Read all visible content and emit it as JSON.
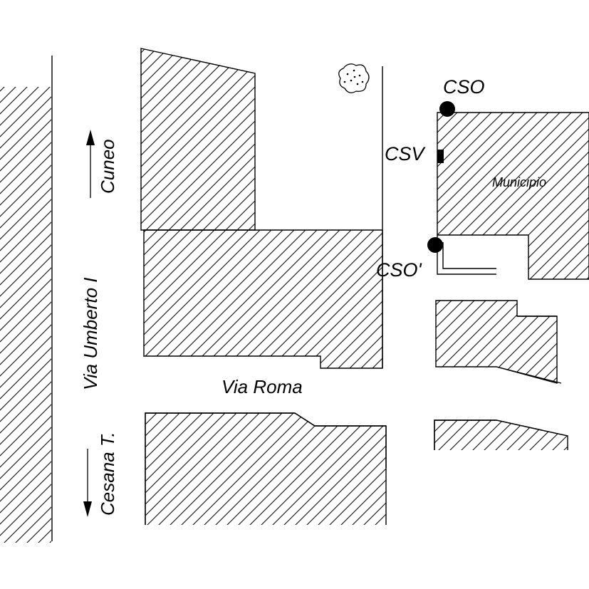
{
  "map": {
    "streets": {
      "via_umberto": "Via Umberto I",
      "via_roma": "Via Roma"
    },
    "directions": {
      "north": "Cuneo",
      "south": "Cesana T."
    },
    "buildings": {
      "municipio": "Municipio"
    },
    "stations": {
      "cso": "CSO",
      "csv": "CSV",
      "cso_prime": "CSO'"
    },
    "colors": {
      "ink": "#000000",
      "background": "#ffffff"
    },
    "icons": [
      "tree-icon",
      "arrow-up-icon",
      "arrow-down-icon",
      "station-dot-icon",
      "sensor-marker-icon"
    ]
  }
}
